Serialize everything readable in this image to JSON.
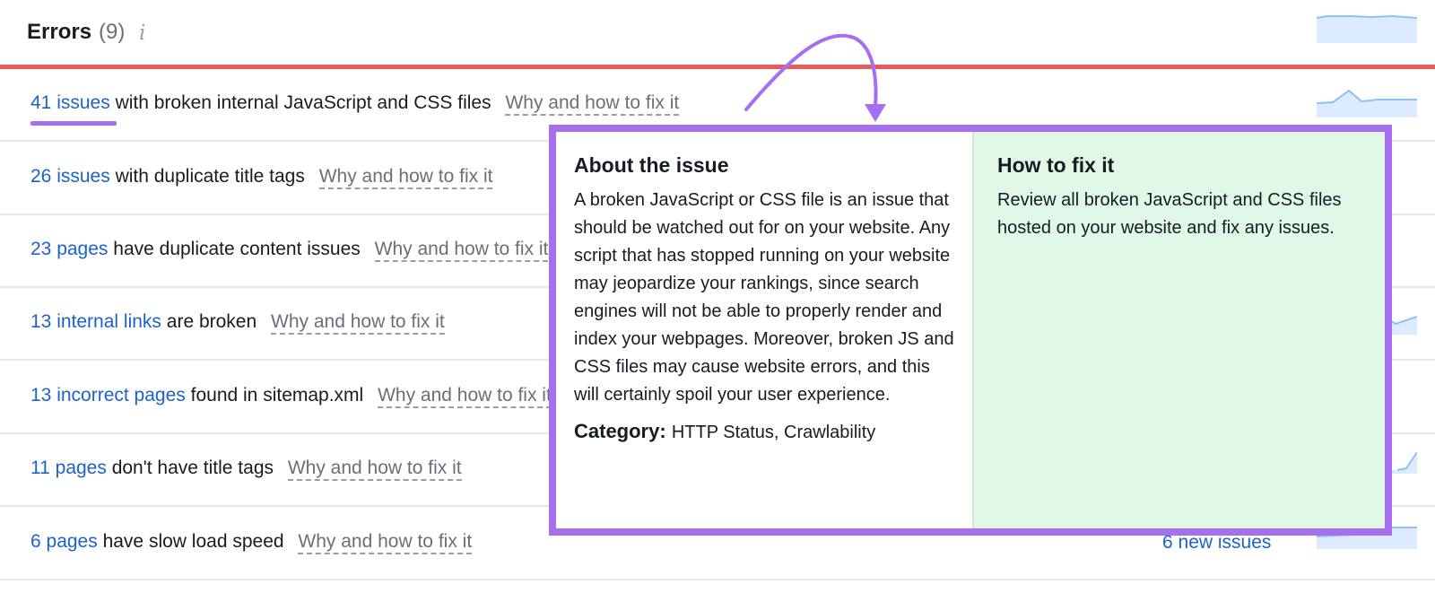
{
  "header": {
    "title": "Errors",
    "count": "(9)",
    "info_icon": "info-icon"
  },
  "rows": [
    {
      "link": "41 issues",
      "text": "with broken internal JavaScript and CSS files",
      "fix": "Why and how to fix it"
    },
    {
      "link": "26 issues",
      "text": "with duplicate title tags",
      "fix": "Why and how to fix it"
    },
    {
      "link": "23 pages",
      "text": "have duplicate content issues",
      "fix": "Why and how to fix it"
    },
    {
      "link": "13 internal links",
      "text": "are broken",
      "fix": "Why and how to fix it"
    },
    {
      "link": "13 incorrect pages",
      "text": "found in sitemap.xml",
      "fix": "Why and how to fix it"
    },
    {
      "link": "11 pages",
      "text": "don't have title tags",
      "fix": "Why and how to fix it"
    },
    {
      "link": "6 pages",
      "text": "have slow load speed",
      "fix": "Why and how to fix it",
      "badge": "6 new issues"
    }
  ],
  "popup": {
    "about_heading": "About the issue",
    "about_body": "A broken JavaScript or CSS file is an issue that should be watched out for on your website. Any script that has stopped running on your website may jeopardize your rankings, since search engines will not be able to properly render and index your webpages. Moreover, broken JS and CSS files may cause website errors, and this will certainly spoil your user experience.",
    "category_label": "Category:",
    "category_value": "HTTP Status, Crawlability",
    "fix_heading": "How to fix it",
    "fix_body": "Review all broken JavaScript and CSS files hosted on your website and fix any issues."
  },
  "colors": {
    "accent": "#a66ff0",
    "error_rule": "#e85c5c",
    "link": "#1c62c9",
    "fix_panel": "#e0f9e6"
  }
}
